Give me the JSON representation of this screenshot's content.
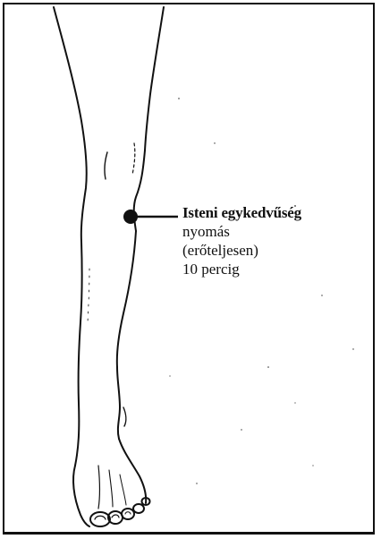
{
  "illustration": {
    "subject": "leg",
    "colors": {
      "ink": "#111111",
      "paper": "#ffffff"
    }
  },
  "annotation": {
    "point_name": "Isteni egykedvűség",
    "line2": "nyomás",
    "line3": "(erőteljesen)",
    "line4": "10 percig"
  }
}
